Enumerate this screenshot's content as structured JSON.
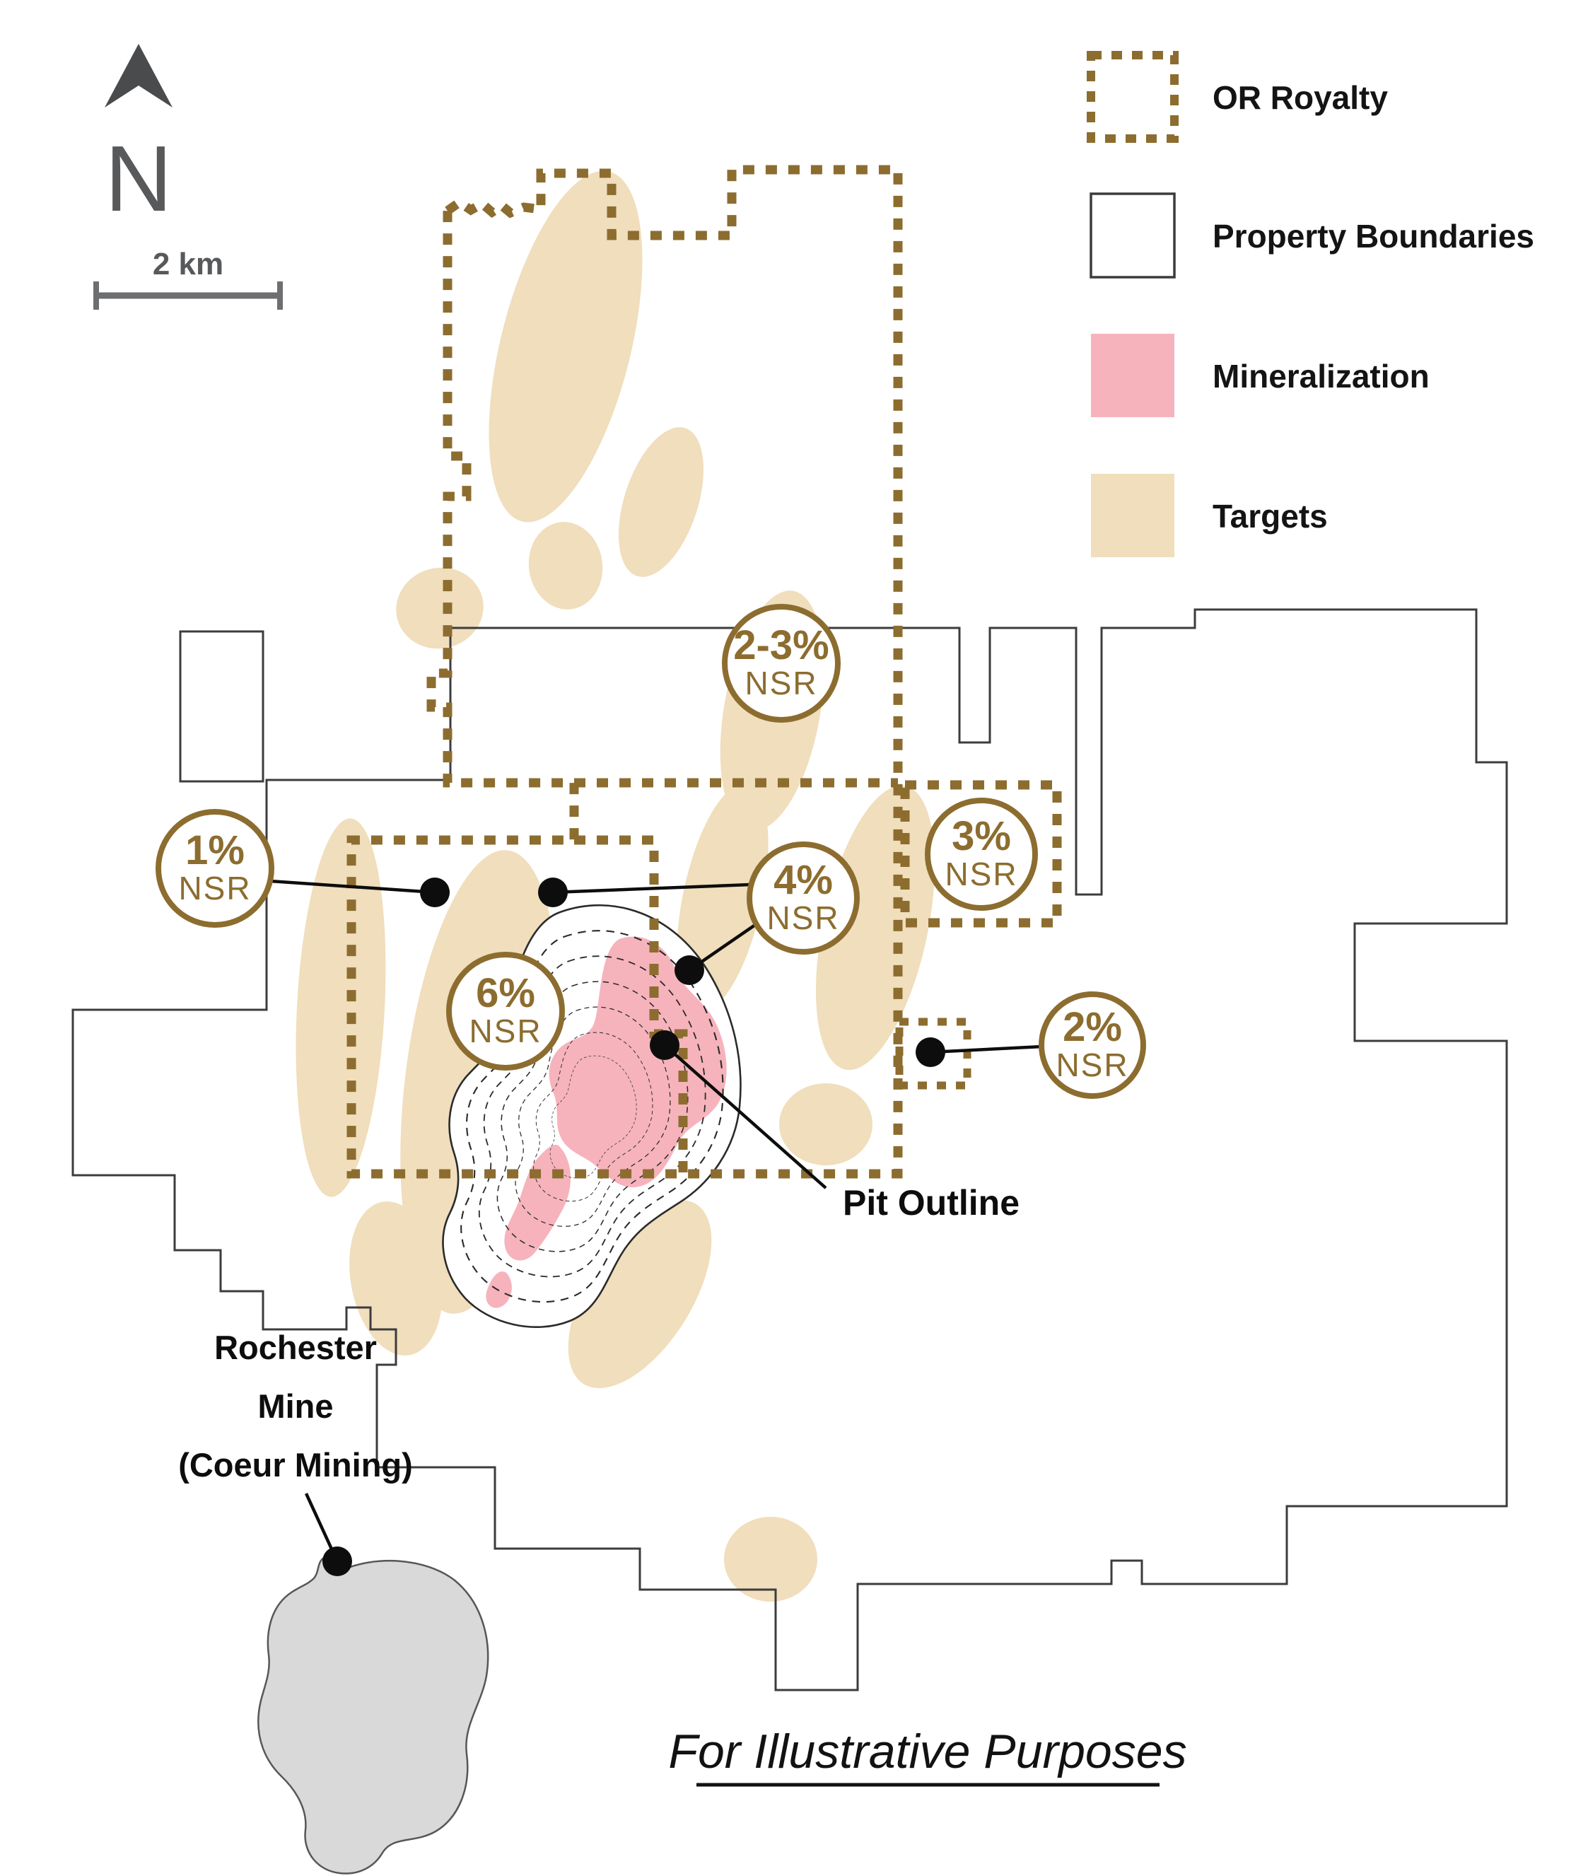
{
  "title": "Royalty property map (illustrative)",
  "compass": {
    "direction": "N"
  },
  "scale_bar": {
    "label": "2 km"
  },
  "legend": {
    "items": [
      {
        "label": "OR Royalty",
        "swatch": "dashed-gold-outline"
      },
      {
        "label": "Property Boundaries",
        "swatch": "black-outline"
      },
      {
        "label": "Mineralization",
        "swatch": "pink-fill"
      },
      {
        "label": "Targets",
        "swatch": "tan-fill"
      }
    ]
  },
  "badges": [
    {
      "value": "2-3%",
      "suffix": "NSR"
    },
    {
      "value": "1%",
      "suffix": "NSR"
    },
    {
      "value": "4%",
      "suffix": "NSR"
    },
    {
      "value": "3%",
      "suffix": "NSR"
    },
    {
      "value": "6%",
      "suffix": "NSR"
    },
    {
      "value": "2%",
      "suffix": "NSR"
    }
  ],
  "labels": {
    "pit_outline": "Pit Outline",
    "mine_line1": "Rochester",
    "mine_line2": "Mine",
    "mine_line3": "(Coeur Mining)",
    "disclaimer": "For Illustrative Purposes"
  },
  "colors": {
    "royalty_gold": "#8c6d2f",
    "mineralization_pink": "#f6b3bc",
    "targets_tan": "#f0debc",
    "property_line": "#3c3c3e",
    "mine_gray": "#d9d9d9",
    "compass_gray": "#58595b",
    "text_black": "#0d0d0d"
  }
}
